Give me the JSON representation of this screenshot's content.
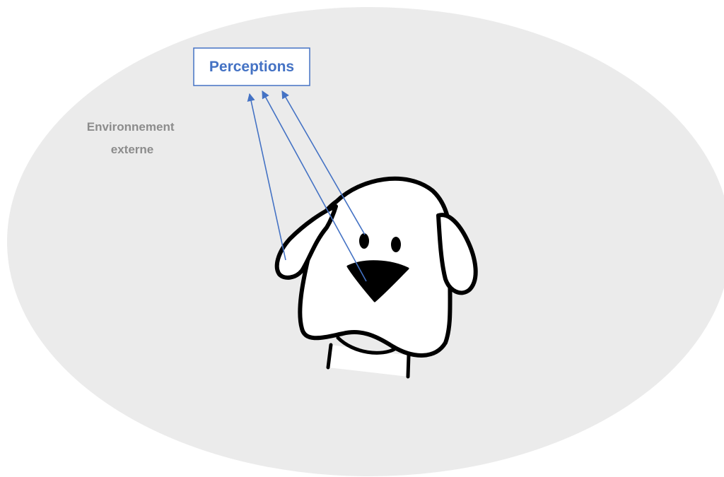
{
  "environment": {
    "label_line1": "Environnement",
    "label_line2": "externe"
  },
  "perceptions": {
    "label": "Perceptions"
  },
  "character": {
    "icon": "dog-icon"
  },
  "colors": {
    "environment_fill": "#ebebeb",
    "environment_label": "#8c8c8c",
    "accent": "#4472c4",
    "outline": "#000000"
  }
}
